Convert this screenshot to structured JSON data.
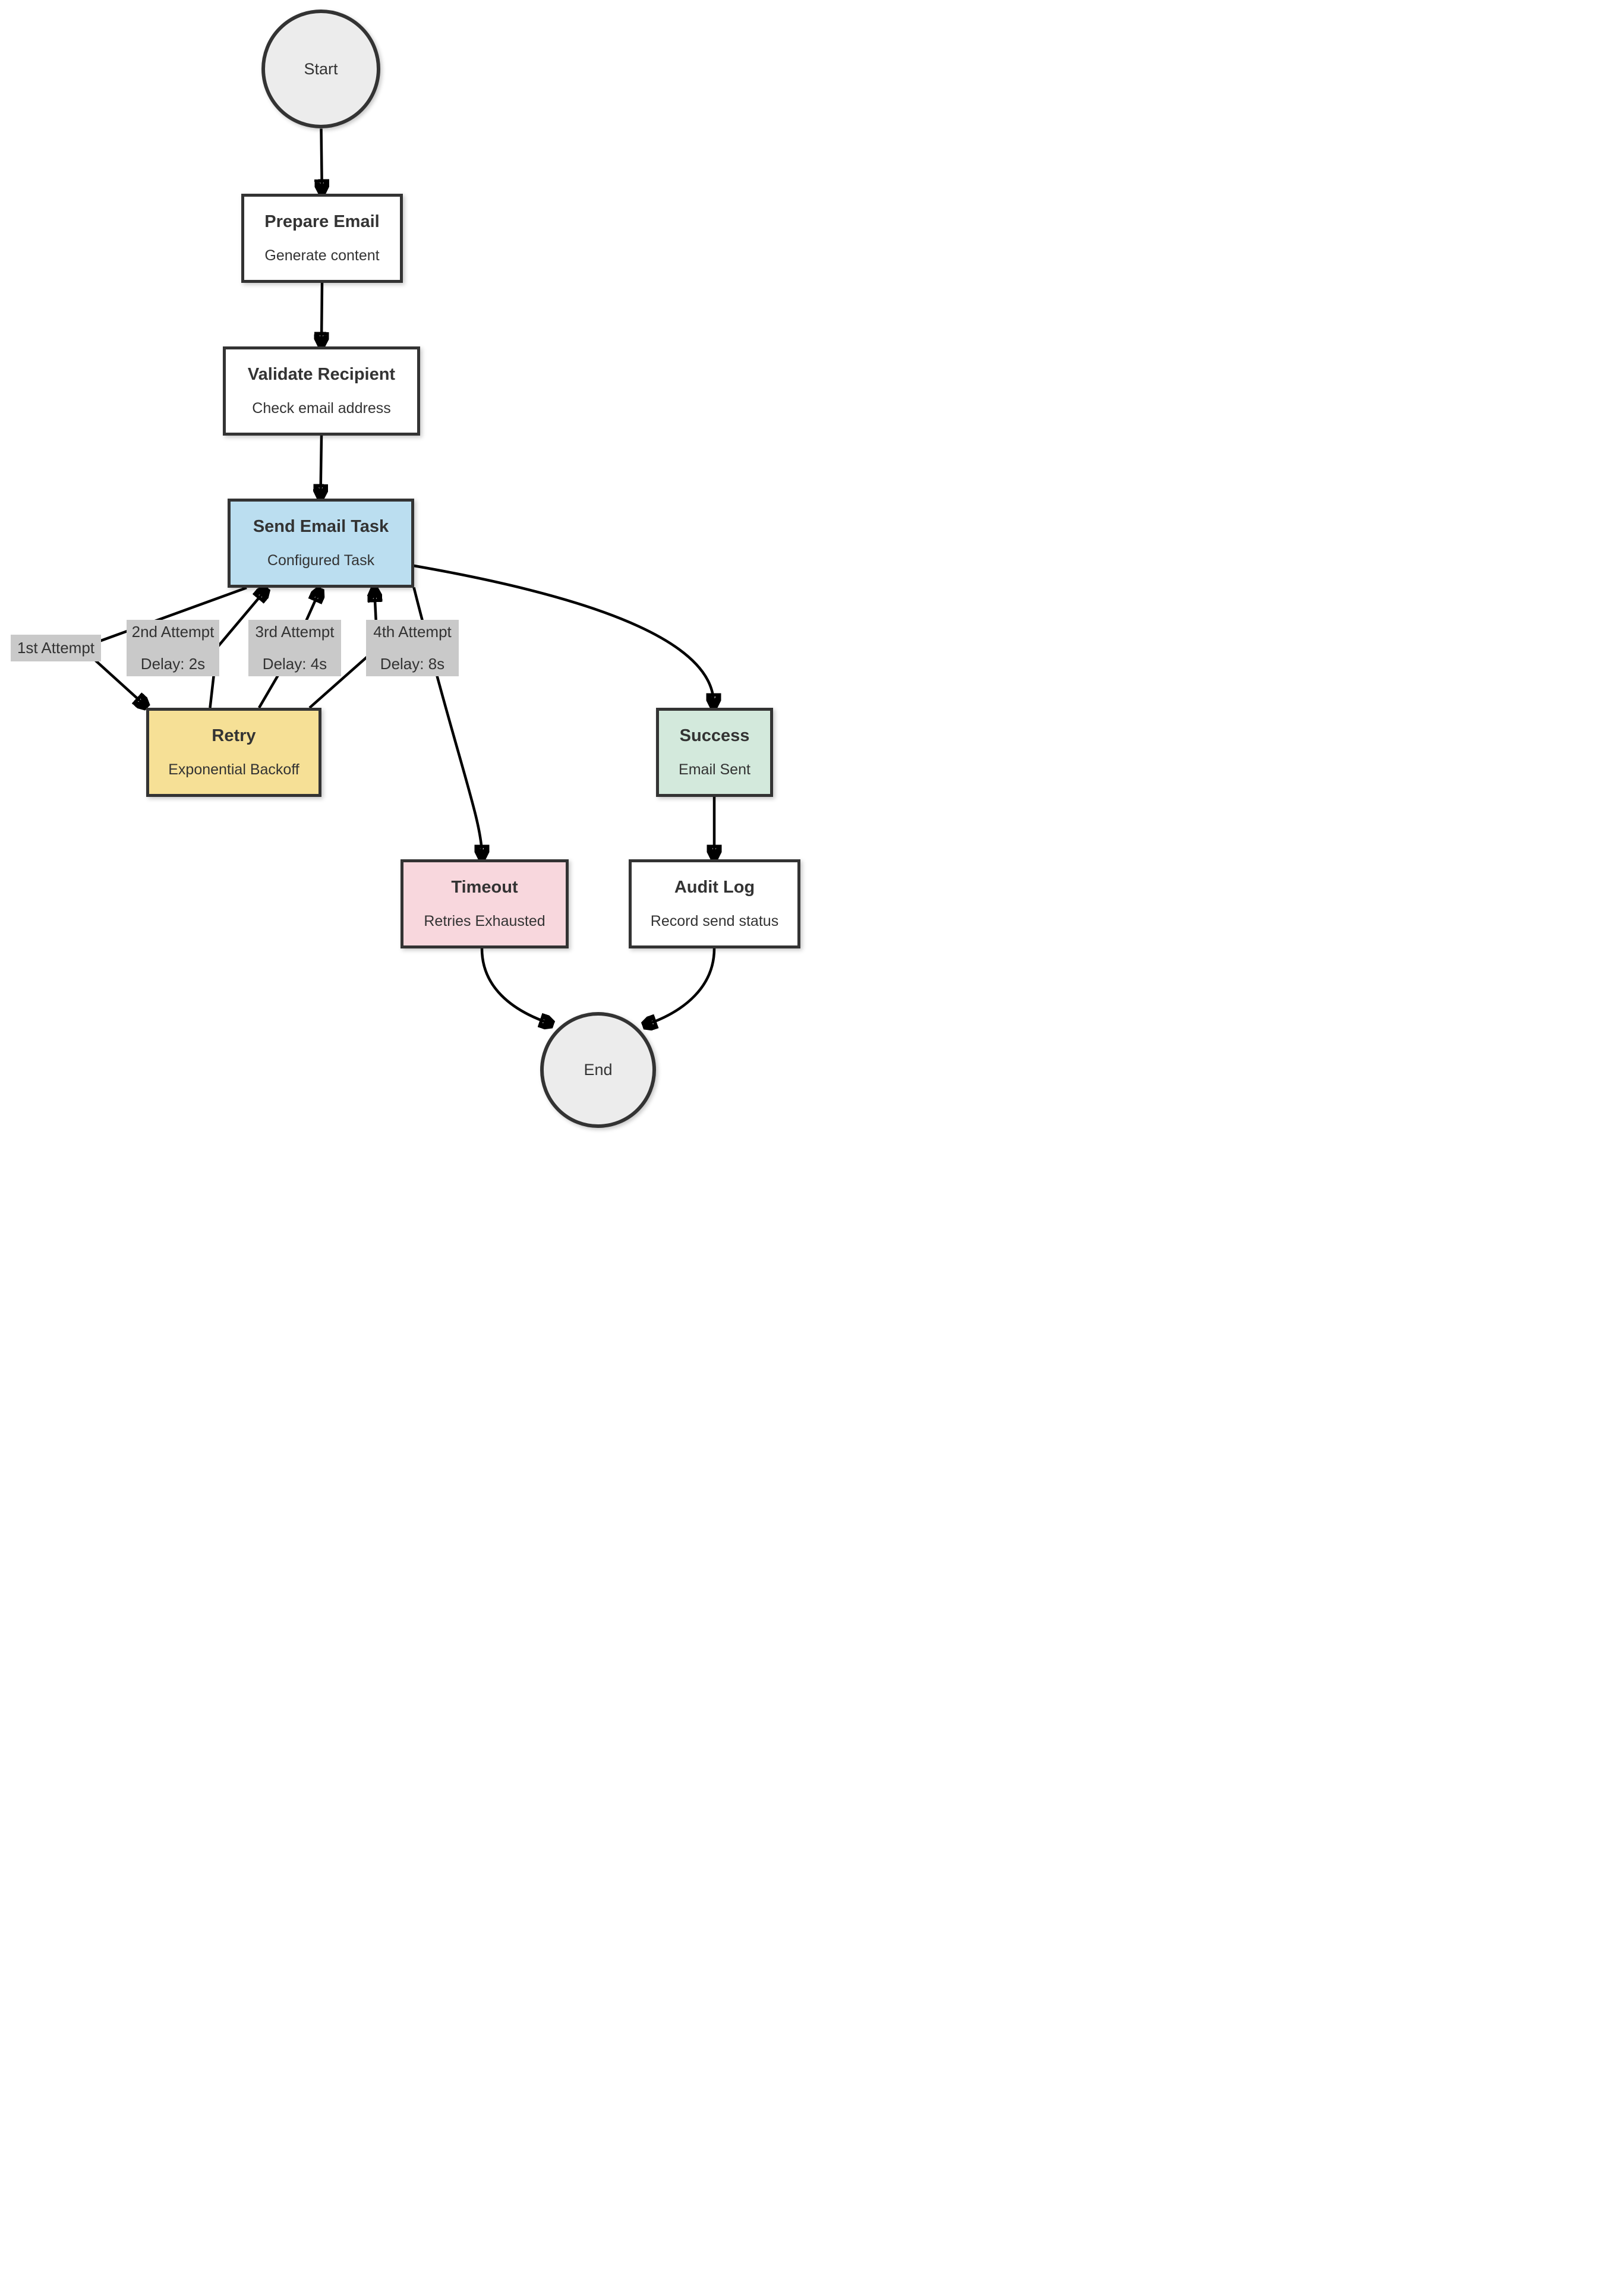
{
  "diagram": {
    "type": "flowchart",
    "description": "Email sending workflow with retry, exponential backoff, timeout and audit logging",
    "nodes": {
      "start": {
        "label": "Start",
        "shape": "circle",
        "fill": "#ececec"
      },
      "prepare": {
        "title": "Prepare Email",
        "subtitle": "Generate content",
        "fill": "#ffffff"
      },
      "validate": {
        "title": "Validate Recipient",
        "subtitle": "Check email address",
        "fill": "#ffffff"
      },
      "send": {
        "title": "Send Email Task",
        "subtitle": "Configured Task",
        "fill": "#bbdef0"
      },
      "retry": {
        "title": "Retry",
        "subtitle": "Exponential Backoff",
        "fill": "#f6e096"
      },
      "success": {
        "title": "Success",
        "subtitle": "Email Sent",
        "fill": "#d3e9dc"
      },
      "timeout": {
        "title": "Timeout",
        "subtitle": "Retries Exhausted",
        "fill": "#f8d7dd"
      },
      "audit": {
        "title": "Audit Log",
        "subtitle": "Record send status",
        "fill": "#ffffff"
      },
      "end": {
        "label": "End",
        "shape": "circle",
        "fill": "#ececec"
      }
    },
    "edge_labels": {
      "attempt1": {
        "title": "1st Attempt"
      },
      "attempt2": {
        "title": "2nd Attempt",
        "delay": "Delay: 2s"
      },
      "attempt3": {
        "title": "3rd Attempt",
        "delay": "Delay: 4s"
      },
      "attempt4": {
        "title": "4th Attempt",
        "delay": "Delay: 8s"
      }
    },
    "edges": [
      {
        "from": "start",
        "to": "prepare"
      },
      {
        "from": "prepare",
        "to": "validate"
      },
      {
        "from": "validate",
        "to": "send"
      },
      {
        "from": "send",
        "to": "retry",
        "label": "1st Attempt"
      },
      {
        "from": "retry",
        "to": "send",
        "label": "2nd Attempt Delay: 2s"
      },
      {
        "from": "retry",
        "to": "send",
        "label": "3rd Attempt Delay: 4s"
      },
      {
        "from": "retry",
        "to": "send",
        "label": "4th Attempt Delay: 8s"
      },
      {
        "from": "send",
        "to": "success"
      },
      {
        "from": "send",
        "to": "timeout"
      },
      {
        "from": "success",
        "to": "audit"
      },
      {
        "from": "timeout",
        "to": "end"
      },
      {
        "from": "audit",
        "to": "end"
      }
    ],
    "colors": {
      "node_stroke": "#333333",
      "edge_stroke": "#000000",
      "text": "#333333",
      "edge_label_bg": "#c9c9c9",
      "terminal_fill": "#ececec",
      "task_fill": "#bbdef0",
      "retry_fill": "#f6e096",
      "success_fill": "#d3e9dc",
      "timeout_fill": "#f8d7dd"
    }
  }
}
